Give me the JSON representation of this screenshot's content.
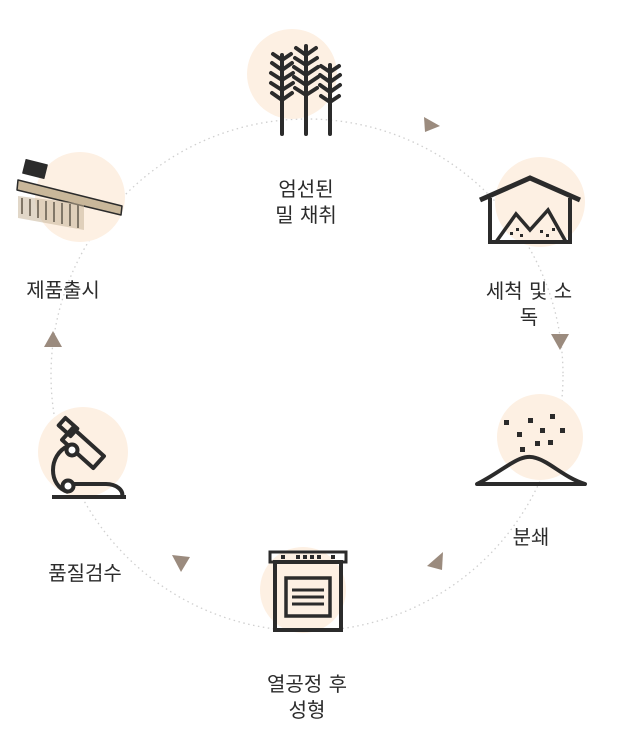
{
  "steps": [
    {
      "id": "wheat",
      "icon": "wheat-icon",
      "lines": [
        "엄선된",
        "밀 채취"
      ]
    },
    {
      "id": "wash",
      "icon": "warehouse-icon",
      "lines": [
        "세척 및 소독"
      ]
    },
    {
      "id": "grind",
      "icon": "powder-pile-icon",
      "lines": [
        "분쇄"
      ]
    },
    {
      "id": "mold",
      "icon": "oven-icon",
      "lines": [
        "열공정 후",
        "성형"
      ]
    },
    {
      "id": "inspect",
      "icon": "microscope-icon",
      "lines": [
        "품질검수"
      ]
    },
    {
      "id": "release",
      "icon": "toothbrush-icon",
      "lines": [
        "제품출시"
      ]
    }
  ],
  "colors": {
    "halo": "#fdf0e3",
    "ring": "#cfcfcf",
    "arrow": "#9b8b7e",
    "icon": "#2b2b2b"
  }
}
